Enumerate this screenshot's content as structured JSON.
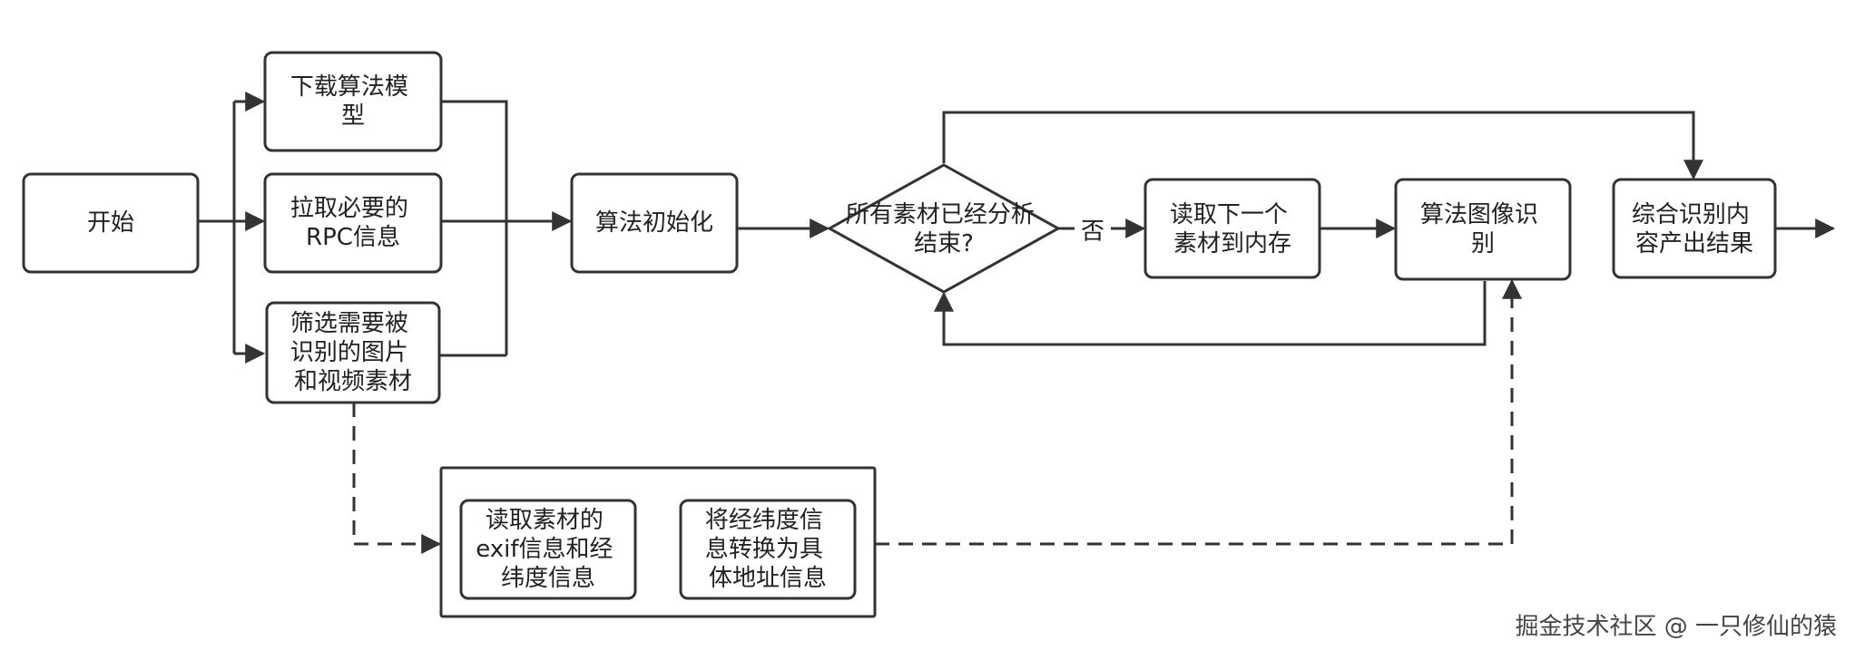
{
  "nodes": {
    "start": [
      "开始"
    ],
    "download_model": [
      "下载算法模",
      "型"
    ],
    "fetch_rpc": [
      "拉取必要的",
      "RPC信息"
    ],
    "filter_media": [
      "筛选需要被",
      "识别的图片",
      "和视频素材"
    ],
    "algo_init": [
      "算法初始化"
    ],
    "all_done": [
      "所有素材已经分析",
      "结束?"
    ],
    "read_next": [
      "读取下一个",
      "素材到内存"
    ],
    "image_recog": [
      "算法图像识",
      "别"
    ],
    "merge_results": [
      "综合识别内",
      "容产出结果"
    ],
    "read_exif": [
      "读取素材的",
      "exif信息和经",
      "纬度信息"
    ],
    "geo_convert": [
      "将经纬度信",
      "息转换为具",
      "体地址信息"
    ]
  },
  "edge_labels": {
    "no": "否"
  },
  "watermark": "掘金技术社区 @ 一只修仙的猿",
  "colors": {
    "stroke": "#333333",
    "text": "#222222",
    "fill": "#ffffff"
  }
}
